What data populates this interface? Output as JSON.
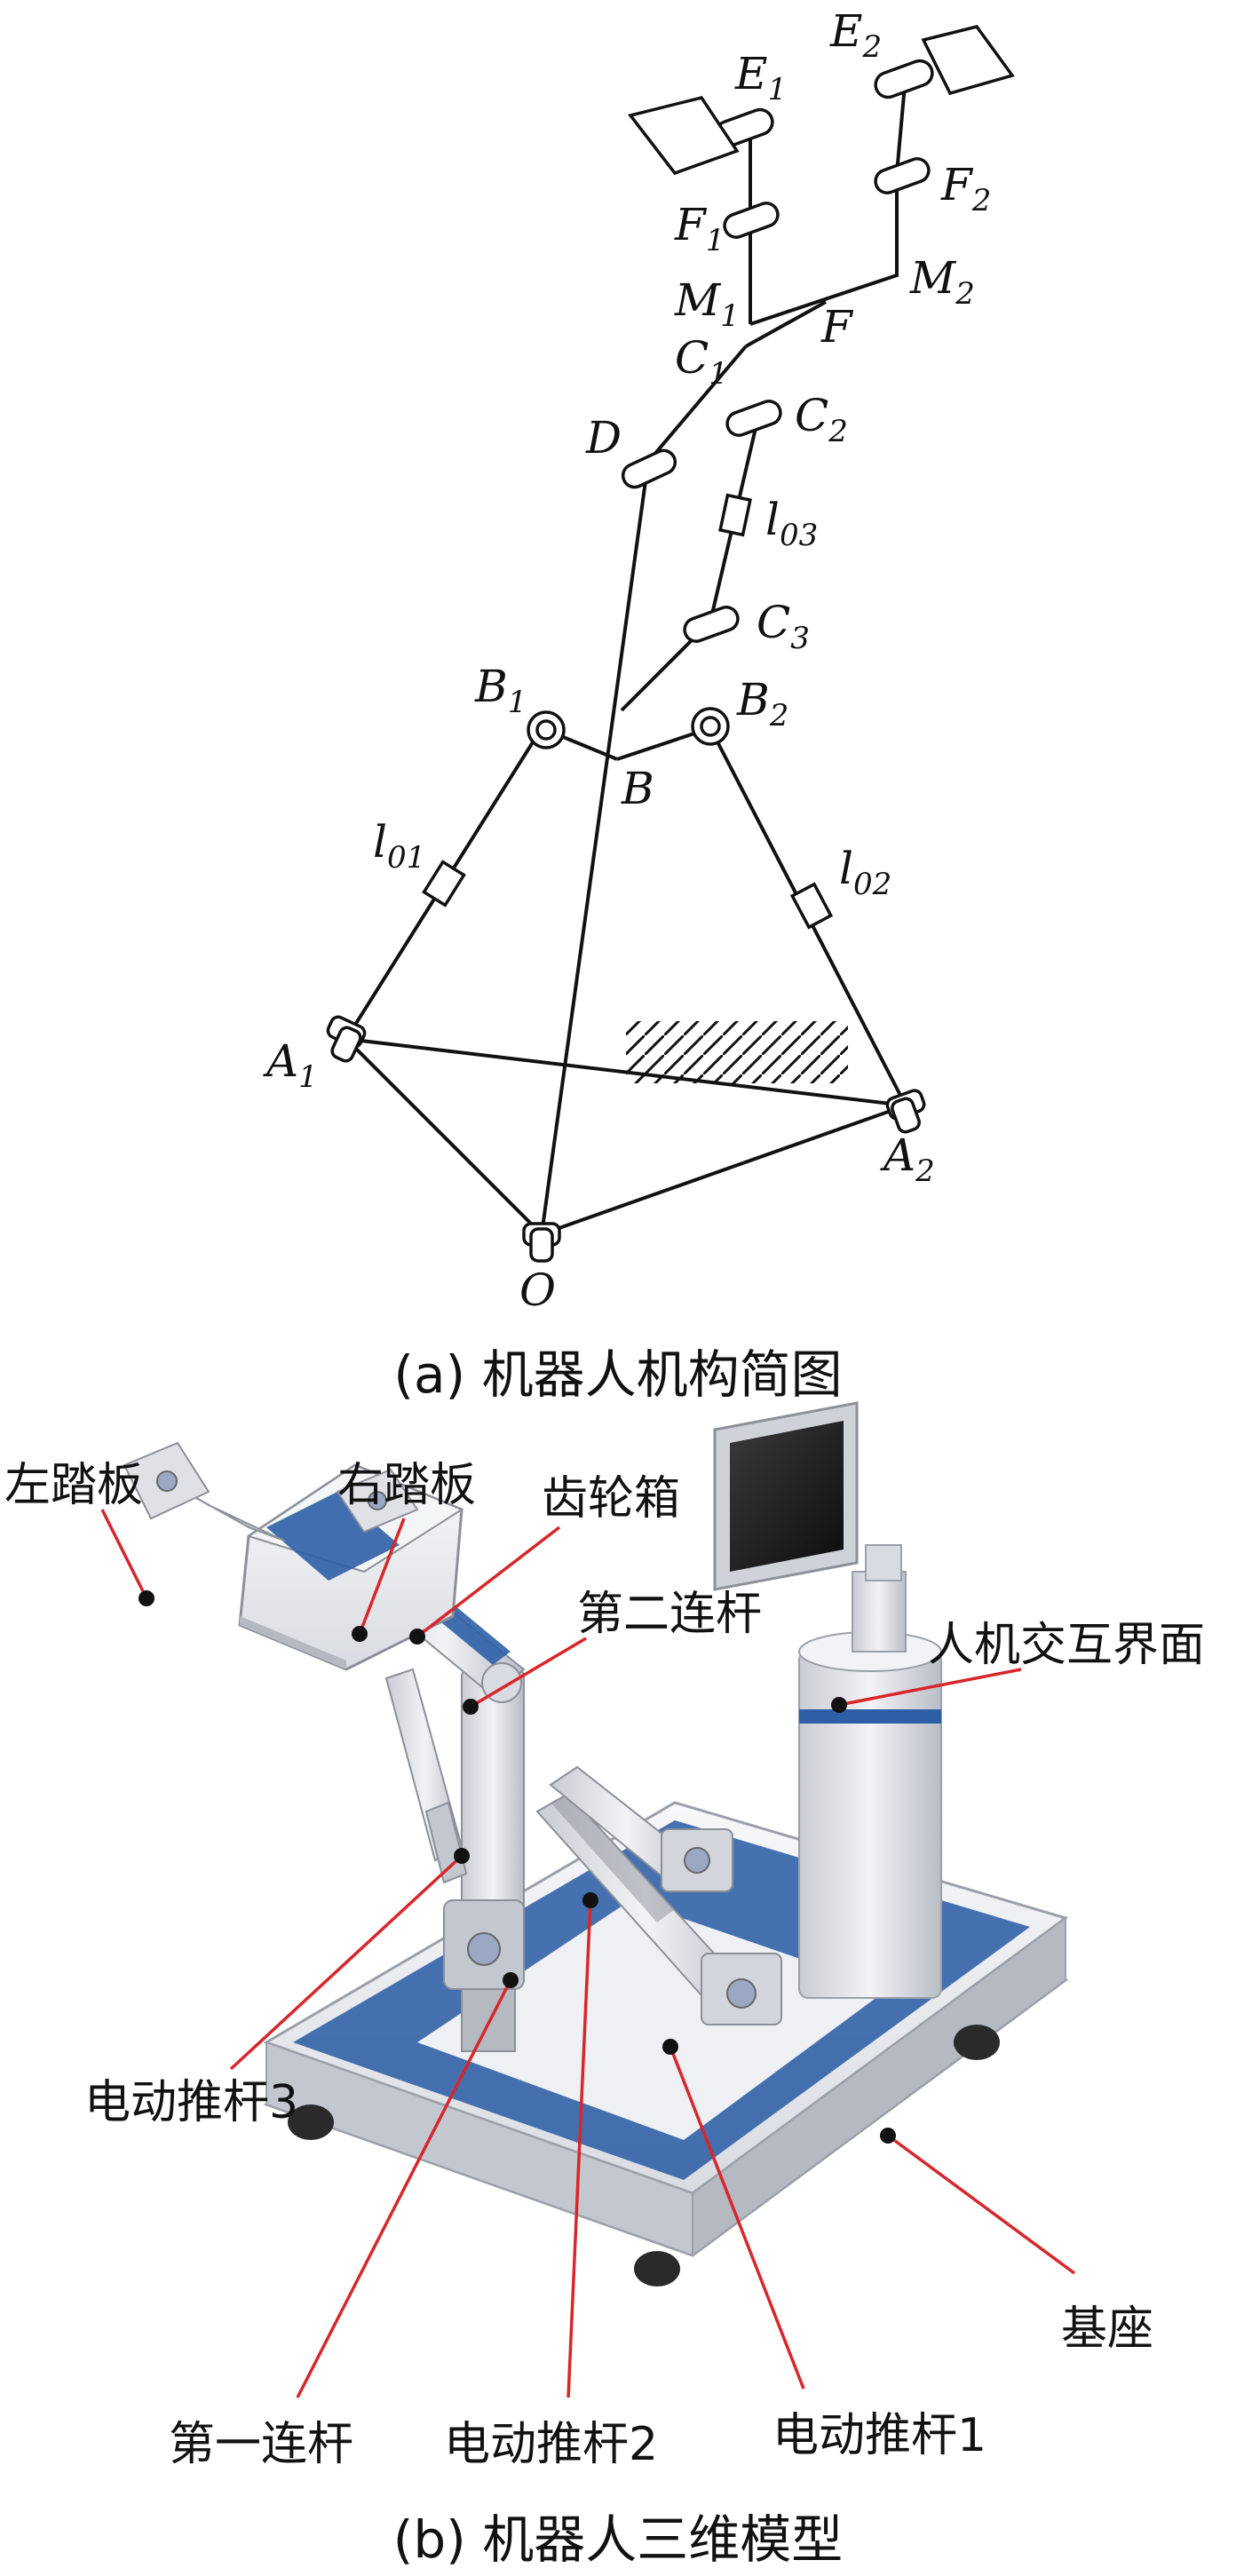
{
  "kinematic": {
    "labels": {
      "E1": {
        "base": "E",
        "sub": "1"
      },
      "E2": {
        "base": "E",
        "sub": "2"
      },
      "F1": {
        "base": "F",
        "sub": "1"
      },
      "F2": {
        "base": "F",
        "sub": "2"
      },
      "M1": {
        "base": "M",
        "sub": "1"
      },
      "M2": {
        "base": "M",
        "sub": "2"
      },
      "F": {
        "base": "F",
        "sub": ""
      },
      "C1": {
        "base": "C",
        "sub": "1"
      },
      "C2": {
        "base": "C",
        "sub": "2"
      },
      "C3": {
        "base": "C",
        "sub": "3"
      },
      "D": {
        "base": "D",
        "sub": ""
      },
      "l03": {
        "base": "l",
        "sub": "03"
      },
      "l01": {
        "base": "l",
        "sub": "01"
      },
      "l02": {
        "base": "l",
        "sub": "02"
      },
      "B1": {
        "base": "B",
        "sub": "1"
      },
      "B2": {
        "base": "B",
        "sub": "2"
      },
      "B": {
        "base": "B",
        "sub": ""
      },
      "A1": {
        "base": "A",
        "sub": "1"
      },
      "A2": {
        "base": "A",
        "sub": "2"
      },
      "O": {
        "base": "O",
        "sub": ""
      }
    },
    "caption": "(a)  机器人机构简图"
  },
  "model": {
    "callouts": {
      "left_pedal": "左踏板",
      "right_pedal": "右踏板",
      "gearbox": "齿轮箱",
      "second_link": "第二连杆",
      "hmi": "人机交互界面",
      "actuator3": "电动推杆3",
      "base": "基座",
      "first_link": "第一连杆",
      "actuator2": "电动推杆2",
      "actuator1": "电动推杆1"
    },
    "caption": "(b)  机器人三维模型",
    "colors": {
      "accent_blue": "#2e5fa6",
      "body_gray": "#e6e8ec",
      "callout_red": "#d8262a"
    }
  }
}
